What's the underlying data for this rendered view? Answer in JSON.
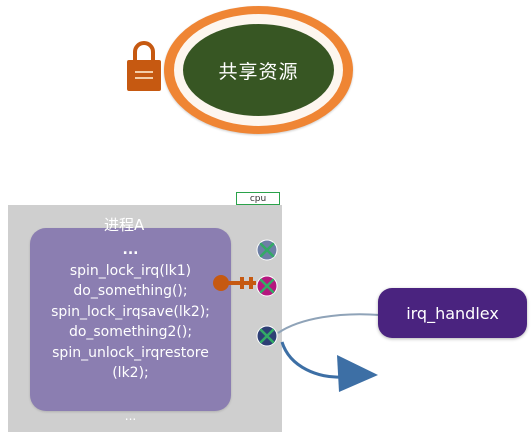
{
  "resource": {
    "label": "共享资源"
  },
  "cpu": {
    "tag": "cpu"
  },
  "process": {
    "title": "进程A",
    "ellipsis_top": "...",
    "code_lines": [
      "spin_lock_irq(lk1)",
      "do_something();",
      "spin_lock_irqsave(lk2);",
      "do_something2();",
      "spin_unlock_irqrestore",
      "(lk2);"
    ],
    "ellipsis_bottom": "..."
  },
  "handler": {
    "label": "irq_handlex"
  },
  "colors": {
    "ring": "#ef8534",
    "resource_fill": "#375623",
    "lock": "#c65911",
    "process_fill": "#8b7eb1",
    "handler_fill": "#4a237f",
    "irq_fill": "#3a4f8a",
    "irq_magenta": "#b5177f",
    "x_mark": "#33aa66",
    "arrow": "#3d6fa5"
  },
  "icons": [
    "lock-icon",
    "key-icon",
    "interrupt-x-icon",
    "interrupt-x-icon",
    "interrupt-x-icon"
  ]
}
